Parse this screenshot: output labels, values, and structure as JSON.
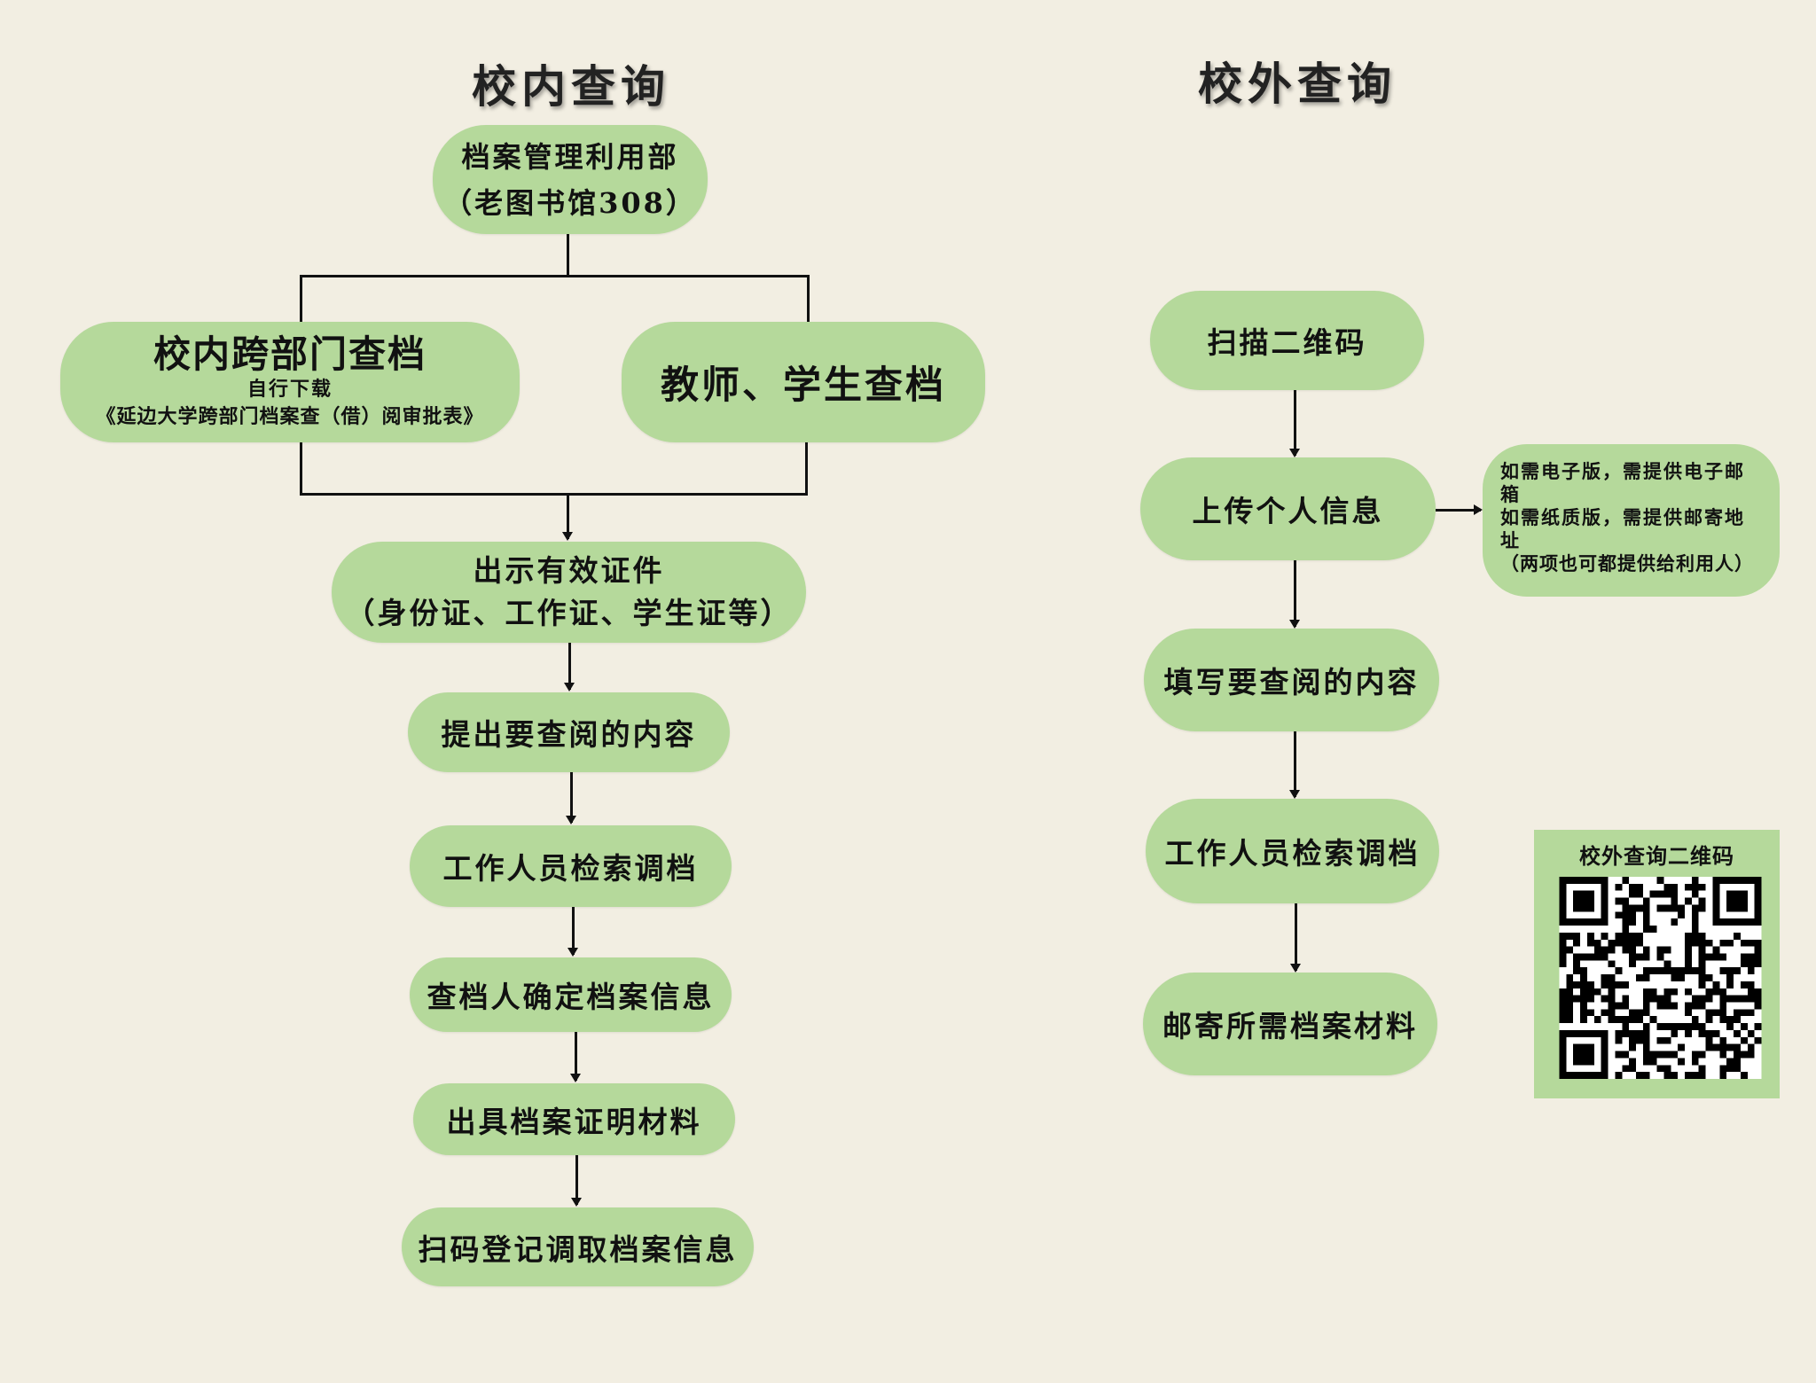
{
  "left_title": "校内查询",
  "right_title": "校外查询",
  "left": {
    "top": {
      "line1": "档案管理利用部",
      "line2": "（老图书馆308）"
    },
    "cross_dept": {
      "title": "校内跨部门查档",
      "sub1": "自行下载",
      "sub2": "《延边大学跨部门档案查（借）阅审批表》"
    },
    "teacher_student": "教师、学生查档",
    "id": {
      "line1": "出示有效证件",
      "line2": "（身份证、工作证、学生证等）"
    },
    "steps": [
      "提出要查阅的内容",
      "工作人员检索调档",
      "查档人确定档案信息",
      "出具档案证明材料",
      "扫码登记调取档案信息"
    ]
  },
  "right": {
    "steps": [
      "扫描二维码",
      "上传个人信息",
      "填写要查阅的内容",
      "工作人员检索调档",
      "邮寄所需档案材料"
    ],
    "note": [
      "如需电子版，需提供电子邮箱",
      "如需纸质版，需提供邮寄地址",
      "（两项也可都提供给利用人）"
    ],
    "qr_label": "校外查询二维码"
  },
  "colors": {
    "background": "#f2eee2",
    "box": "#b5d99b",
    "line": "#111111"
  }
}
